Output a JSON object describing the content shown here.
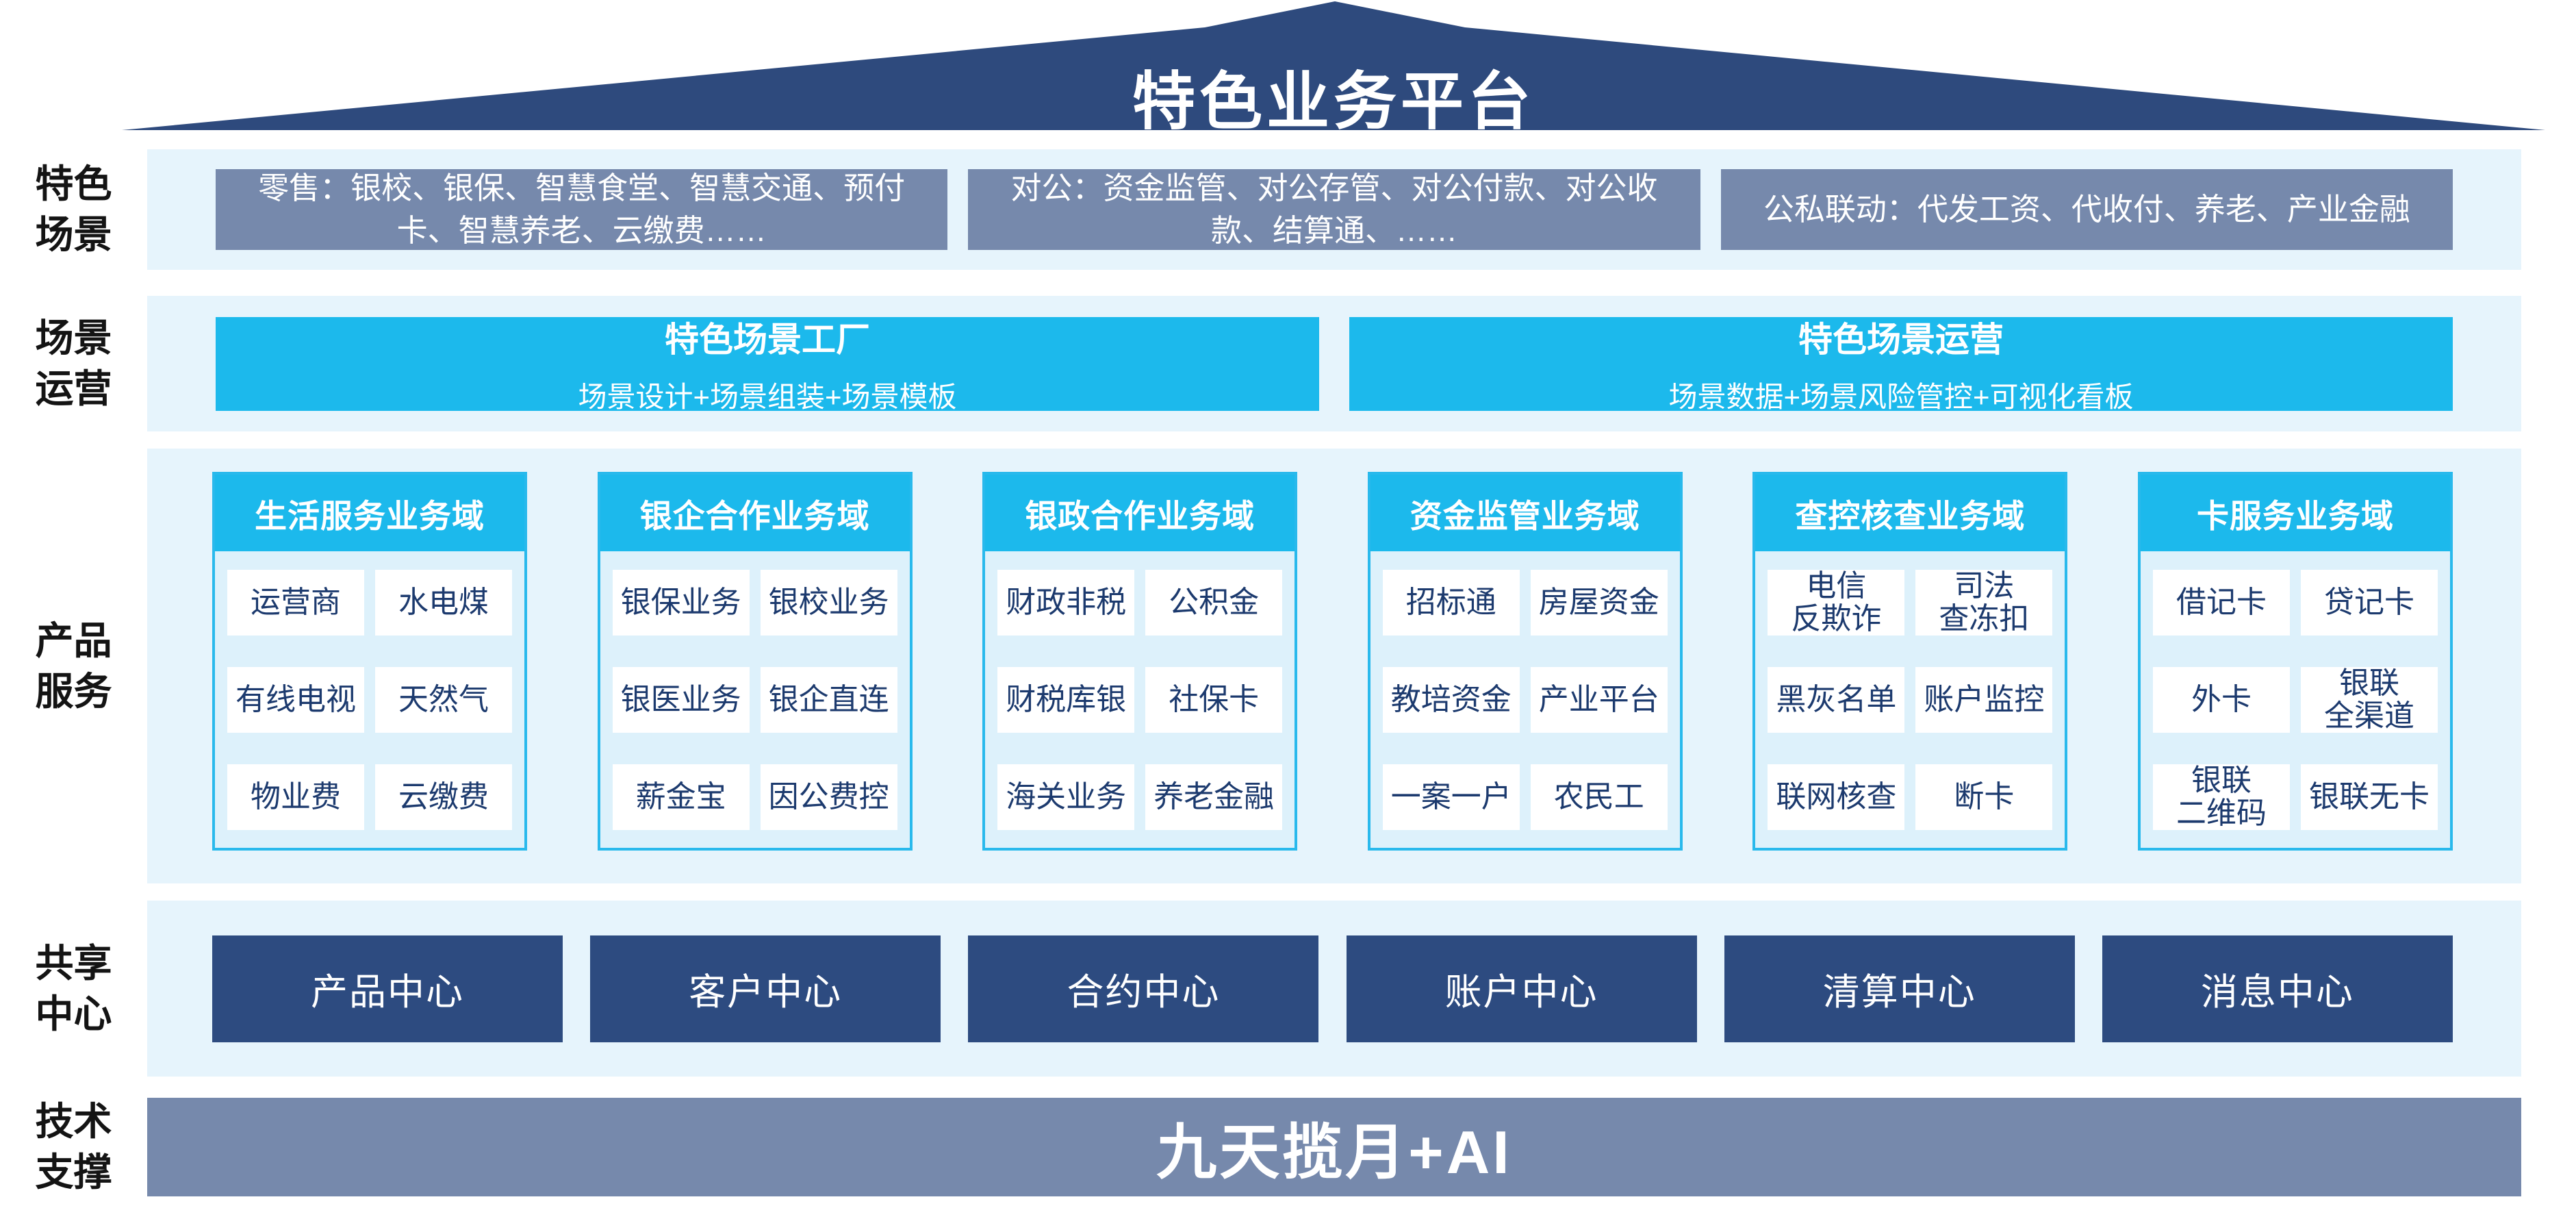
{
  "roof": {
    "title": "特色业务平台"
  },
  "scenes": {
    "label": "特色\n场景",
    "items": [
      "零售：银校、银保、智慧食堂、智慧交通、预付\n卡、智慧养老、云缴费……",
      "对公：资金监管、对公存管、对公付款、对公收\n款、结算通、……",
      "公私联动：代发工资、代收付、养老、产业金融"
    ]
  },
  "operation": {
    "label": "场景\n运营",
    "cards": [
      {
        "title": "特色场景工厂",
        "subtitle": "场景设计+场景组装+场景模板"
      },
      {
        "title": "特色场景运营",
        "subtitle": "场景数据+场景风险管控+可视化看板"
      }
    ]
  },
  "products": {
    "label": "产品\n服务",
    "domains": [
      {
        "title": "生活服务业务域",
        "cells": [
          "运营商",
          "水电煤",
          "有线电视",
          "天然气",
          "物业费",
          "云缴费"
        ]
      },
      {
        "title": "银企合作业务域",
        "cells": [
          "银保业务",
          "银校业务",
          "银医业务",
          "银企直连",
          "薪金宝",
          "因公费控"
        ]
      },
      {
        "title": "银政合作业务域",
        "cells": [
          "财政非税",
          "公积金",
          "财税库银",
          "社保卡",
          "海关业务",
          "养老金融"
        ]
      },
      {
        "title": "资金监管业务域",
        "cells": [
          "招标通",
          "房屋资金",
          "教培资金",
          "产业平台",
          "一案一户",
          "农民工"
        ]
      },
      {
        "title": "查控核查业务域",
        "cells": [
          "电信\n反欺诈",
          "司法\n查冻扣",
          "黑灰名单",
          "账户监控",
          "联网核查",
          "断卡"
        ]
      },
      {
        "title": "卡服务业务域",
        "cells": [
          "借记卡",
          "贷记卡",
          "外卡",
          "银联\n全渠道",
          "银联\n二维码",
          "银联无卡"
        ]
      }
    ]
  },
  "shared": {
    "label": "共享\n中心",
    "centers": [
      "产品中心",
      "客户中心",
      "合约中心",
      "账户中心",
      "清算中心",
      "消息中心"
    ]
  },
  "tech": {
    "label": "技术\n支撑",
    "banner": "九天揽月+AI"
  },
  "colors": {
    "roof_navy": "#2e4a7d",
    "center_navy": "#2d4b80",
    "cyan": "#1cb9ec",
    "slate_gray_blue": "#7689ac",
    "band_light_blue": "#e6f4fc",
    "domain_body_blue": "#ddf1fb",
    "cell_text_navy": "#1c3a6e"
  }
}
